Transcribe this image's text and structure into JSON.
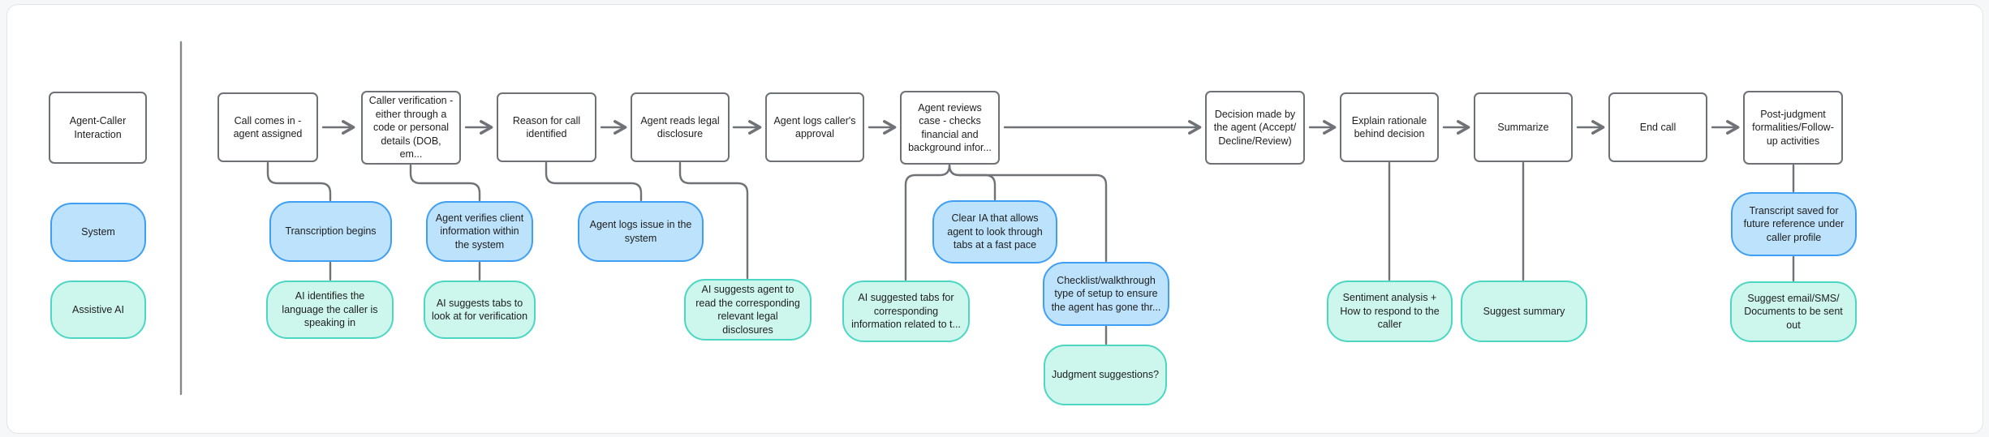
{
  "legend": {
    "interaction_label": "Agent-Caller Interaction",
    "system_label": "System",
    "ai_label": "Assistive AI"
  },
  "colors": {
    "canvas_background": "#ffffff",
    "page_background": "#f6f7f8",
    "flow_box_border": "#6e7175",
    "connector": "#6f7276",
    "system_fill": "#bde2fb",
    "system_border": "#3f9ff5",
    "ai_fill": "#cdf6ec",
    "ai_border": "#4dd6c3",
    "text": "#1e1e1e"
  },
  "flow": {
    "top_row": [
      {
        "label": "Call comes in - agent assigned"
      },
      {
        "label": "Caller verification - either through a code or personal details (DOB, em..."
      },
      {
        "label": "Reason for call identified"
      },
      {
        "label": "Agent reads legal disclosure"
      },
      {
        "label": "Agent logs caller's approval"
      },
      {
        "label": "Agent reviews case - checks financial and background infor..."
      },
      {
        "label": "Decision made by the agent (Accept/ Decline/Review)"
      },
      {
        "label": "Explain rationale behind decision"
      },
      {
        "label": "Summarize"
      },
      {
        "label": "End call"
      },
      {
        "label": "Post-judgment formalities/Follow-up activities"
      }
    ],
    "system_row": [
      {
        "label": "Transcription begins"
      },
      {
        "label": "Agent verifies client information within the system"
      },
      {
        "label": "Agent logs issue in the system"
      },
      {
        "label": "Clear IA that allows agent to look through tabs at a fast pace"
      },
      {
        "label": "Checklist/walkthrough type of setup to ensure the agent has gone thr..."
      },
      {
        "label": "Transcript saved for future reference under caller profile"
      }
    ],
    "ai_row": [
      {
        "label": "AI identifies the language the caller is speaking in"
      },
      {
        "label": "AI suggests tabs to look at for verification"
      },
      {
        "label": "AI suggests agent to read the corresponding relevant legal disclosures"
      },
      {
        "label": "AI suggested tabs for corresponding information related to t..."
      },
      {
        "label": "Judgment suggestions?"
      },
      {
        "label": "Sentiment analysis + How to respond to the caller"
      },
      {
        "label": "Suggest summary"
      },
      {
        "label": "Suggest email/SMS/ Documents to be sent out"
      }
    ]
  }
}
